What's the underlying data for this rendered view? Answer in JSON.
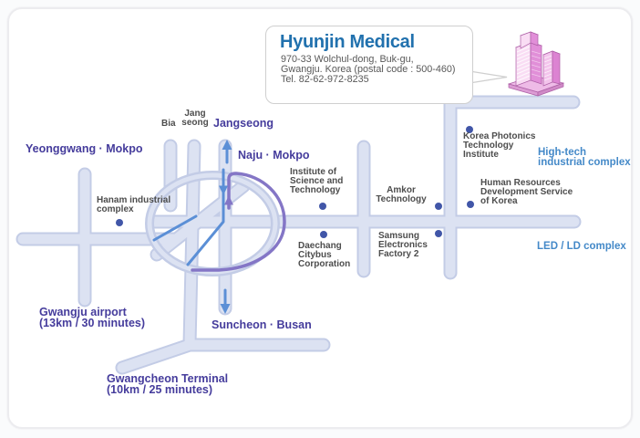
{
  "colors": {
    "title_blue": "#2171ae",
    "destination_purple": "#453c9c",
    "poi_gray": "#4d4d4d",
    "area_blue": "#4489c8",
    "road_edge": "#c3cce6",
    "road_fill": "#dce2f2",
    "route_blue": "#5b8fd6",
    "route_purple": "#8476c6",
    "poi_dot_blue": "#4156a8",
    "building_pink": "#e79bdd"
  },
  "callout": {
    "title": "Hyunjin Medical",
    "address": "970-33 Wolchul-dong, Buk-gu,\nGwangju. Korea (postal code : 500-460)\nTel. 82-62-972-8235"
  },
  "labels": {
    "destinations": {
      "yeonggwang_mokpo": "Yeonggwang · Mokpo",
      "jangseong": "Jangseong",
      "naju_mokpo": "Naju · Mokpo",
      "suncheon_busan": "Suncheon · Busan",
      "gwangju_airport": "Gwangju airport\n(13km / 30 minutes)",
      "gwangcheon_terminal": "Gwangcheon Terminal\n(10km / 25 minutes)"
    },
    "roads": {
      "bia": "Bia",
      "jang_seong": "Jang\nseong"
    },
    "places": {
      "hanam": "Hanam industrial\ncomplex",
      "institute": "Institute of\nScience and\nTechnology",
      "amkor": "Amkor\nTechnology",
      "daechang": "Daechang\nCitybus\nCorporation",
      "samsung": "Samsung\nElectronics\nFactory 2",
      "photonics": "Korea Photonics\nTechnology\nInstitute",
      "hrd": "Human Resources\nDevelopment Service\nof Korea"
    },
    "areas": {
      "hightech": "High-tech\nindustrial complex",
      "led": "LED / LD complex"
    }
  },
  "icons": {
    "building": "building-icon",
    "route_direction_up": "arrow-up-icon",
    "route_direction_down": "arrow-down-icon"
  }
}
